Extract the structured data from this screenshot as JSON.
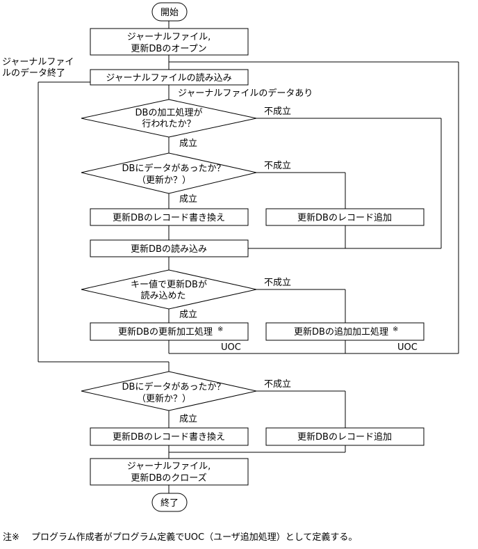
{
  "nodes": {
    "start": "開始",
    "open_l1": "ジャーナルファイル,",
    "open_l2": "更新DBのオープン",
    "read_journal": "ジャーナルファイルの読み込み",
    "dec1_l1": "DBの加工処理が",
    "dec1_l2": "行われたか？",
    "dec2_l1": "DBにデータがあったか？",
    "dec2_l2": "（更新か？）",
    "rewrite": "更新DBのレコード書き換え",
    "add": "更新DBのレコード追加",
    "read_db": "更新DBの読み込み",
    "dec3_l1": "キー値で更新DBが",
    "dec3_l2": "読み込めた",
    "update_proc": "更新DBの更新加工処理",
    "add_proc": "更新DBの追加加工処理",
    "note_mark": "※",
    "dec4_l1": "DBにデータがあったか？",
    "dec4_l2": "（更新か？）",
    "rewrite2": "更新DBのレコード書き換え",
    "add2": "更新DBのレコード追加",
    "close_l1": "ジャーナルファイル,",
    "close_l2": "更新DBのクローズ",
    "end": "終了"
  },
  "labels": {
    "journal_end_l1": "ジャーナルファイ",
    "journal_end_l2": "ルのデータ終了",
    "journal_data": "ジャーナルファイルのデータあり",
    "fail": "不成立",
    "success": "成立",
    "uoc": "UOC"
  },
  "footnote": "注※　 プログラム作成者がプログラム定義でUOC（ユーザ追加処理）として定義する。"
}
